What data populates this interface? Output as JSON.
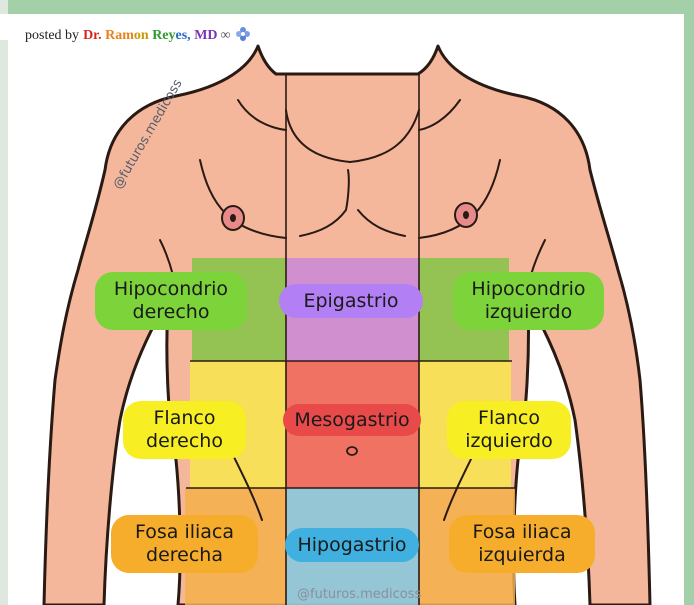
{
  "post": {
    "prefix": "posted by",
    "author_parts": [
      "Dr. ",
      "Ram",
      "on ",
      "Rey",
      "es, ",
      "MD"
    ],
    "infinity": "∞",
    "badge_icon": "puzzle-flower-icon"
  },
  "regions": {
    "hipocondrio_derecho": "Hipocondrio\nderecho",
    "epigastrio": "Epigastrio",
    "hipocondrio_izquierdo": "Hipocondrio\nizquierdo",
    "flanco_derecho": "Flanco\nderecho",
    "mesogastrio": "Mesogastrio",
    "flanco_izquierdo": "Flanco\nizquierdo",
    "fosa_iliaca_derecha": "Fosa iliaca\nderecha",
    "hipogastrio": "Hipogastrio",
    "fosa_iliaca_izquierda": "Fosa iliaca\nizquierda"
  },
  "watermarks": {
    "diagonal": "@futuros.medicoss",
    "bottom": "@futuros.medicoss"
  },
  "colors": {
    "background": "#a3cfa9",
    "skin": "#f5b79c",
    "hipocondrio": "#7dc641",
    "epigastrio": "#ba7cf0",
    "flanco": "#f5ee2a",
    "mesogastrio": "#e84a4a",
    "fosa_iliaca": "#f3a62a",
    "hipogastrio": "#3eaad9"
  }
}
